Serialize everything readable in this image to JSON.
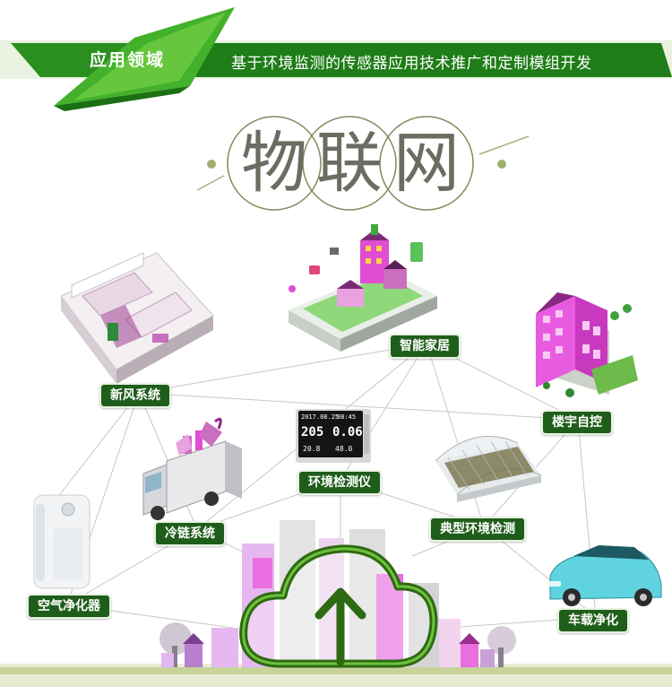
{
  "header": {
    "tag_label": "应用领域",
    "banner_text": "基于环境监测的传感器应用技术推广和定制模组开发"
  },
  "title": {
    "chars": [
      "物",
      "联",
      "网"
    ]
  },
  "nodes": {
    "smart_home": "智能家居",
    "fresh_air": "新风系统",
    "building": "楼宇自控",
    "monitor": "环境检测仪",
    "cold_chain": "冷链系统",
    "typical": "典型环境检测",
    "purifier": "空气净化器",
    "car": "车载净化"
  },
  "device_readout": {
    "date": "2017.08.25",
    "time": "08:45",
    "value1": "205",
    "value2": "0.06",
    "temp": "20.8",
    "humidity": "48.0"
  },
  "colors": {
    "brand_green": "#1f8a1f",
    "label_bg": "#1f5d1b",
    "accent_pink": "#e64bd8",
    "car_cyan": "#5fd3e0"
  }
}
